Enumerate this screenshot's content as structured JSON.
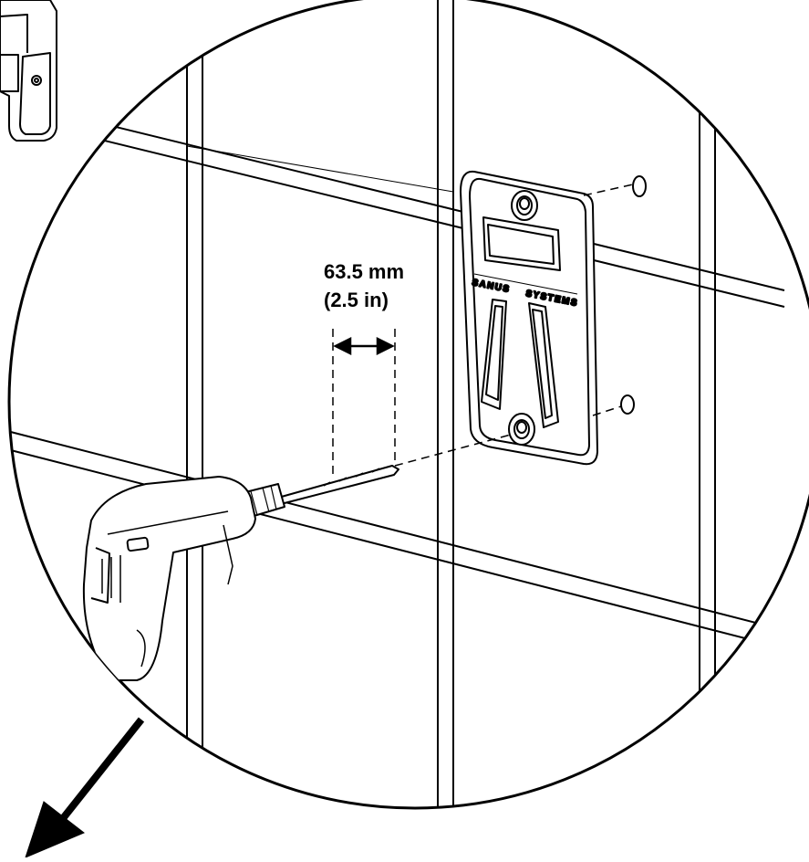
{
  "diagram": {
    "dimension": {
      "metric": "63.5 mm",
      "imperial": "(2.5 in)"
    },
    "plate_brand": {
      "left_word": "SANUS",
      "right_word": "SYSTEMS"
    },
    "colors": {
      "line": "#000000",
      "background": "#ffffff"
    },
    "icons": {
      "exit_arrow": "arrow-down-left-icon",
      "drill": "power-drill-icon",
      "mount_plate": "wall-plate-icon"
    }
  }
}
